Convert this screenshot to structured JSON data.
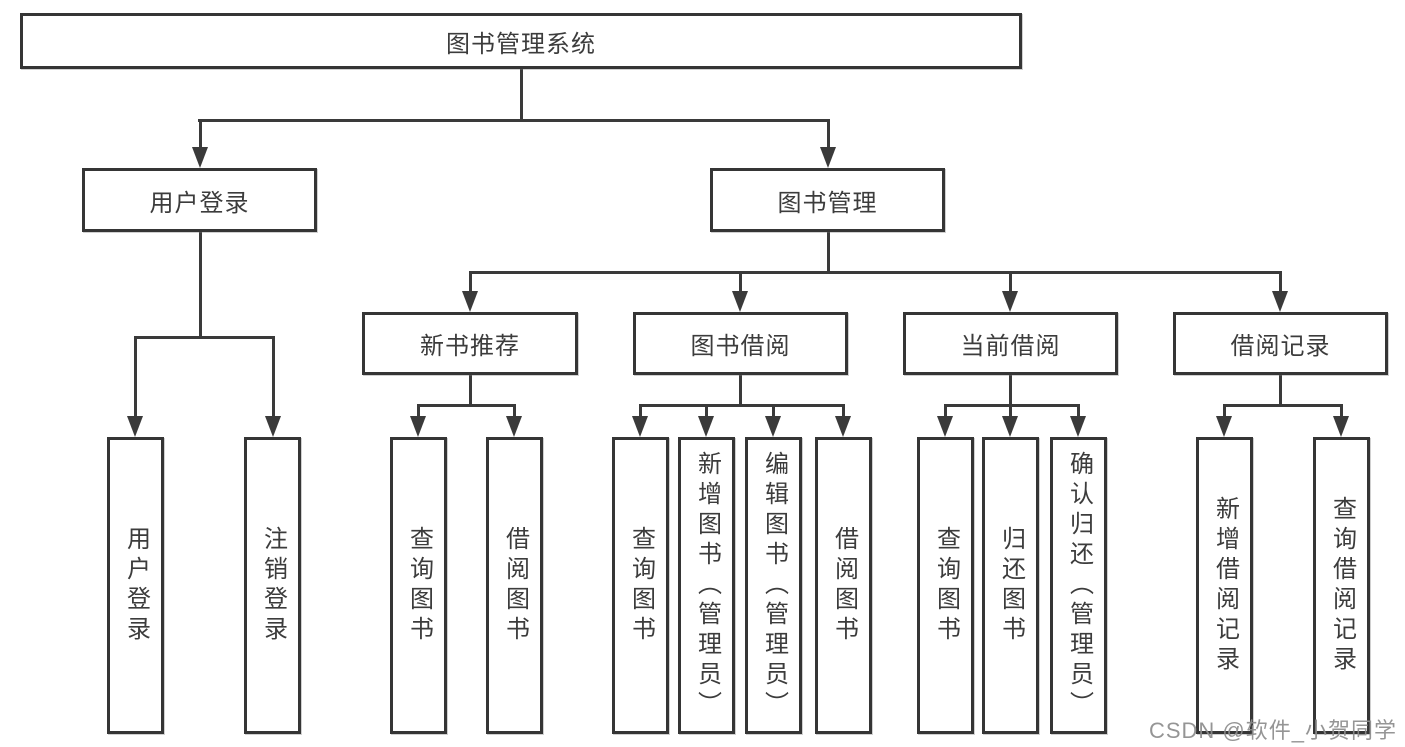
{
  "diagram": {
    "title": "图书管理系统",
    "type": "hierarchy-tree",
    "colors": {
      "line": "#3a3a3a",
      "box_border": "#353535",
      "text": "#3c3c3c",
      "watermark": "#8c8c8c",
      "background": "#ffffff"
    }
  },
  "nodes": {
    "root": {
      "label": "图书管理系统"
    },
    "user_login": {
      "label": "用户登录"
    },
    "book_mgmt": {
      "label": "图书管理"
    },
    "new_book_rec": {
      "label": "新书推荐"
    },
    "book_borrow": {
      "label": "图书借阅"
    },
    "current_borrow": {
      "label": "当前借阅"
    },
    "borrow_record": {
      "label": "借阅记录"
    },
    "leaf_user_login": {
      "label": "用户登录"
    },
    "leaf_logout": {
      "label": "注销登录"
    },
    "rec_query": {
      "label": "查询图书"
    },
    "rec_borrow": {
      "label": "借阅图书"
    },
    "bb_query": {
      "label": "查询图书"
    },
    "bb_add": {
      "label": "新增图书（管理员）"
    },
    "bb_edit": {
      "label": "编辑图书（管理员）"
    },
    "bb_borrow": {
      "label": "借阅图书"
    },
    "cb_query": {
      "label": "查询图书"
    },
    "cb_return": {
      "label": "归还图书"
    },
    "cb_confirm": {
      "label": "确认归还（管理员）"
    },
    "br_add_record": {
      "label": "新增借阅记录"
    },
    "br_query_record": {
      "label": "查询借阅记录"
    }
  },
  "hierarchy": {
    "图书管理系统": {
      "用户登录": [
        "用户登录",
        "注销登录"
      ],
      "图书管理": {
        "新书推荐": [
          "查询图书",
          "借阅图书"
        ],
        "图书借阅": [
          "查询图书",
          "新增图书（管理员）",
          "编辑图书（管理员）",
          "借阅图书"
        ],
        "当前借阅": [
          "查询图书",
          "归还图书",
          "确认归还（管理员）"
        ],
        "借阅记录": [
          "新增借阅记录",
          "查询借阅记录"
        ]
      }
    }
  },
  "watermark": {
    "text": "CSDN @软件_小贺同学"
  }
}
